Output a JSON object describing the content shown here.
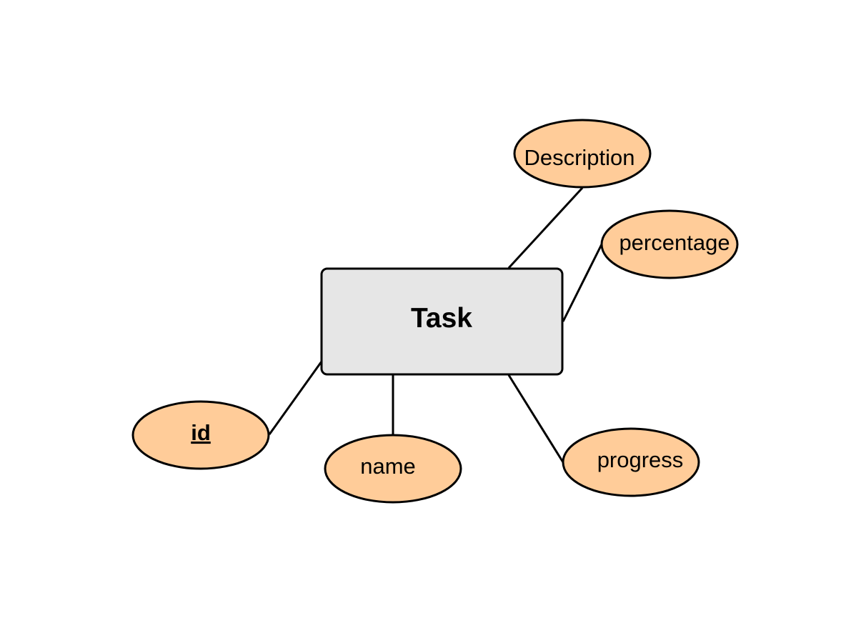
{
  "diagram": {
    "entity": {
      "name": "Task"
    },
    "attributes": {
      "description": "Description",
      "percentage": "percentage",
      "id": "id",
      "name": "name",
      "progress": "progress"
    },
    "primary_key": "id"
  },
  "colors": {
    "entity_fill": "#e6e6e6",
    "attribute_fill": "#ffcc99",
    "stroke": "#000000",
    "background": "#ffffff"
  }
}
